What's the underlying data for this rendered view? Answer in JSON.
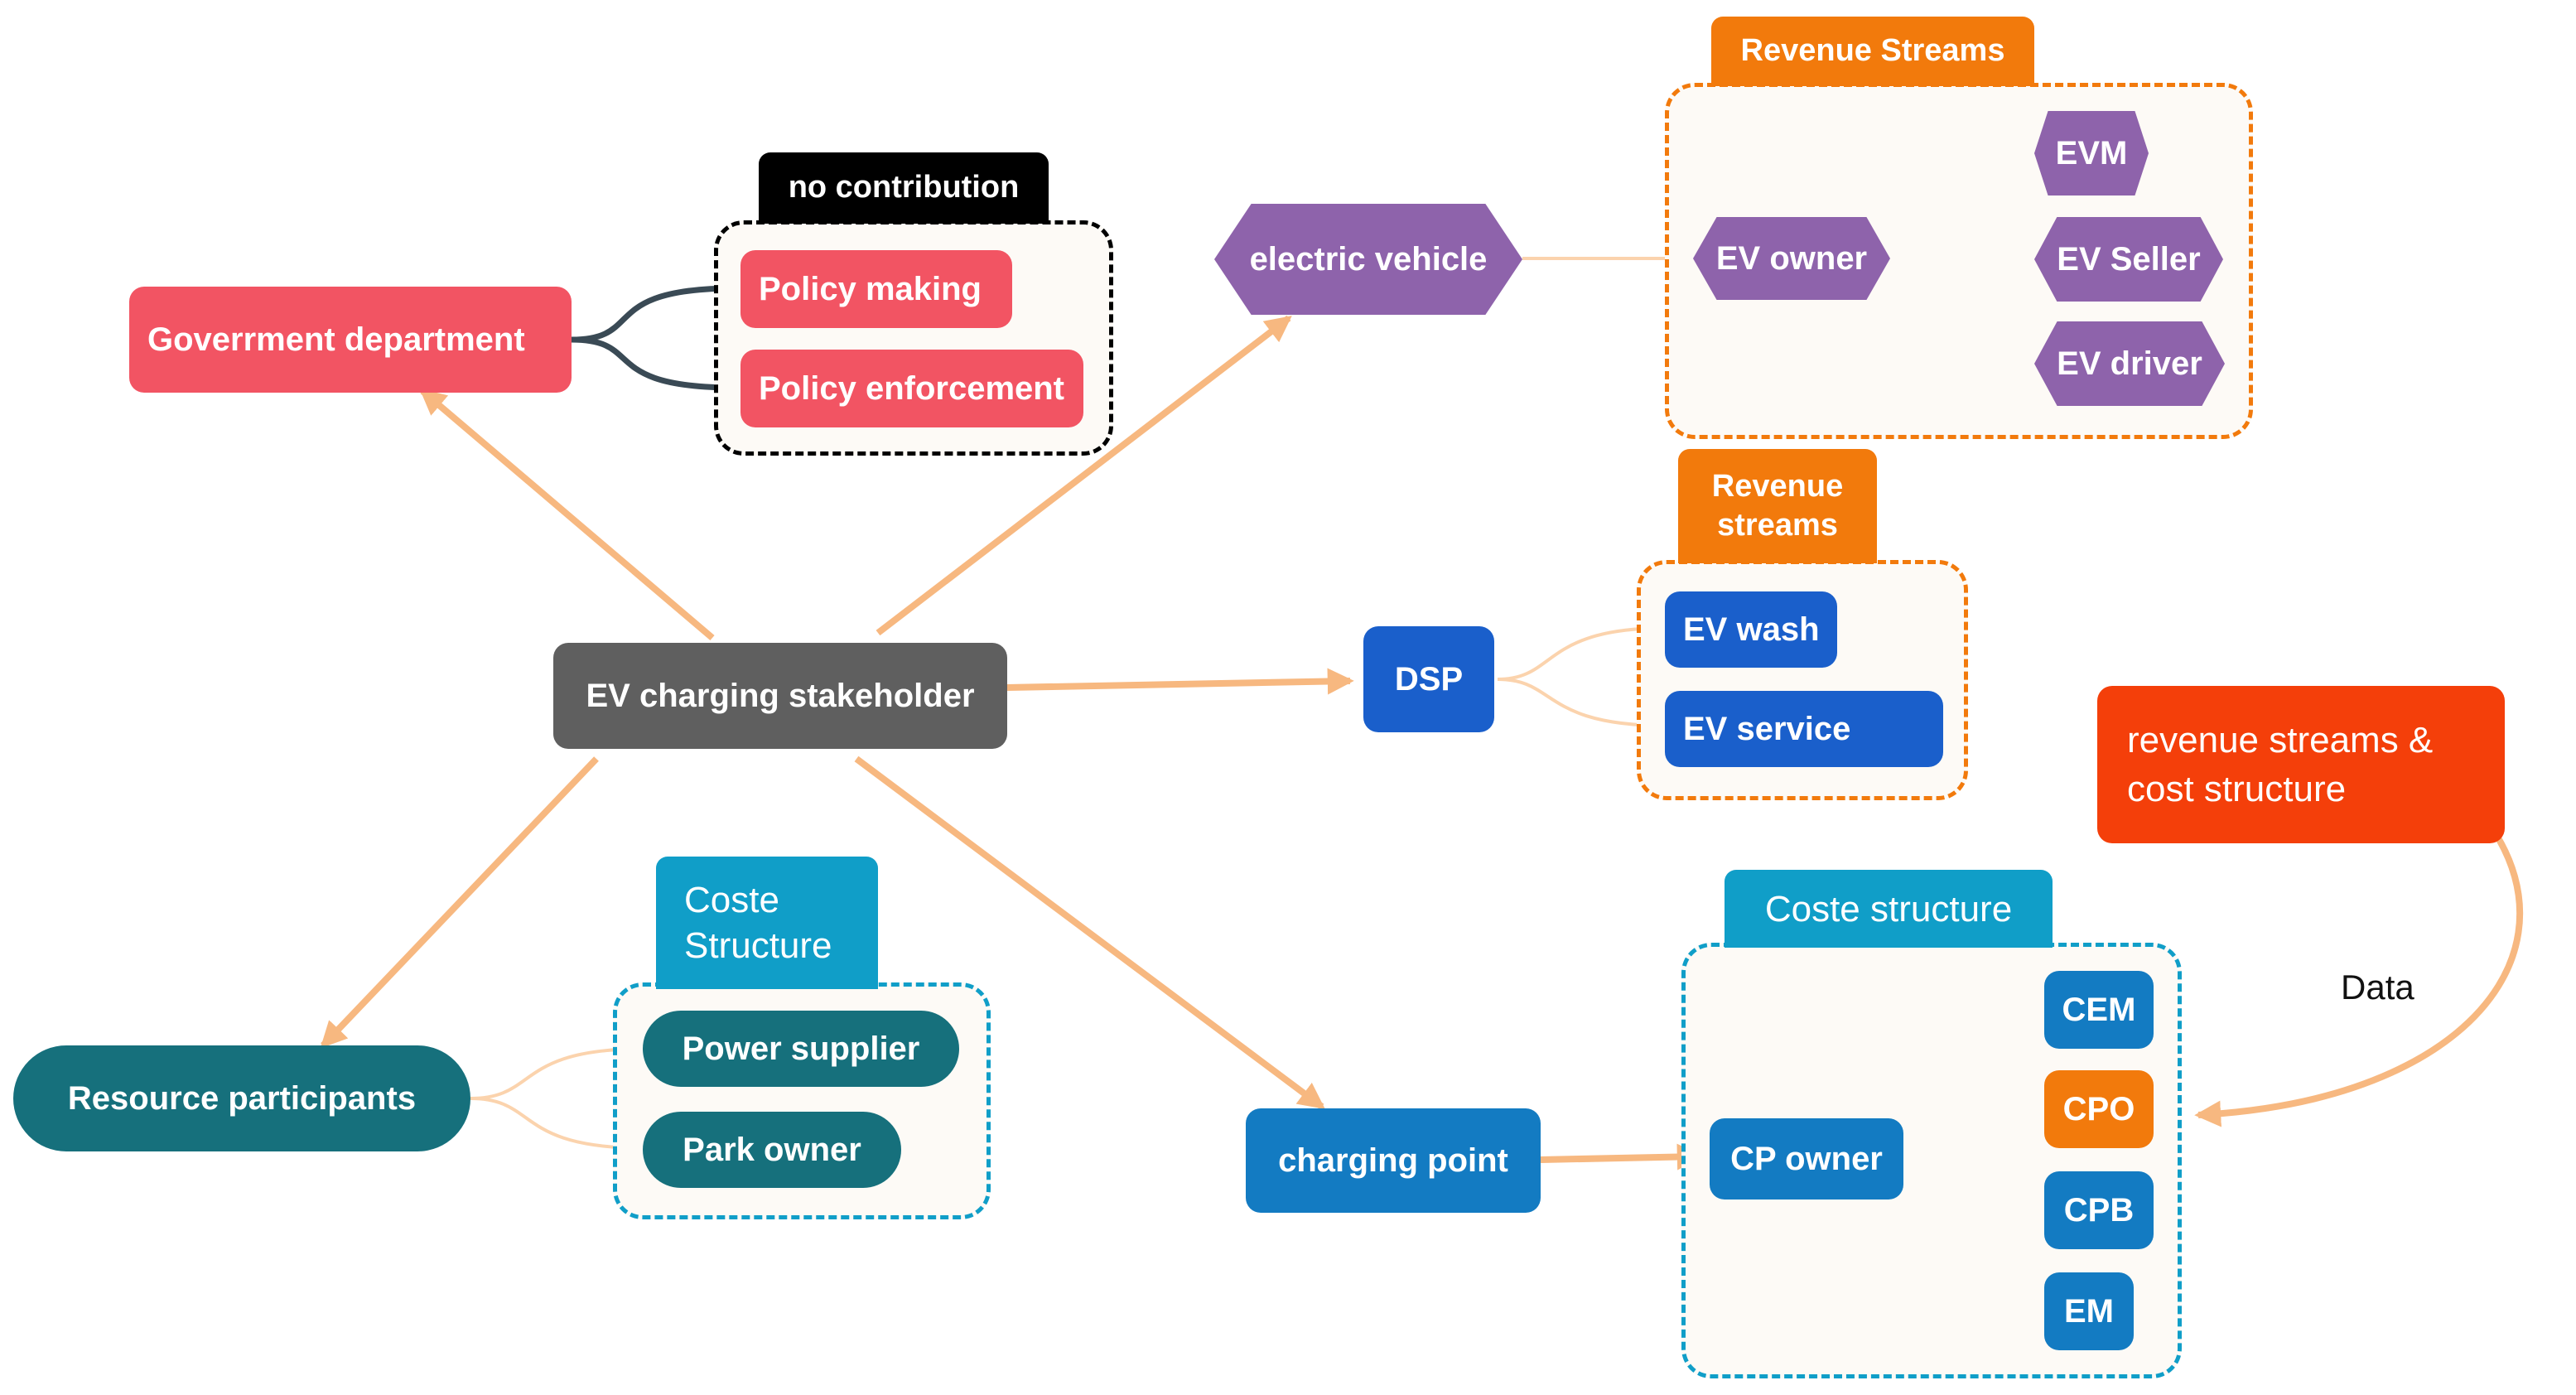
{
  "colors": {
    "arrow": "#f7b880",
    "connector_light": "#fbd3ad",
    "connector_dark": "#3a4a55",
    "government": "#f25463",
    "vehicle": "#8e63ab",
    "dsp": "#1a5fcb",
    "charging": "#137bc2",
    "resource": "#16707c",
    "hub": "#5f5f5f",
    "orange_tag": "#f27a0c",
    "cyan_tag": "#109ec8",
    "highlight": "#f43f0a",
    "black_tag": "#000000"
  },
  "diagram": {
    "hub": "EV charging stakeholder",
    "government": {
      "title": "Goverrment department",
      "group_tag": "no contribution",
      "items": [
        "Policy making",
        "Policy enforcement"
      ]
    },
    "vehicle": {
      "title": "electric vehicle",
      "group_tag": "Revenue Streams",
      "owner": "EV owner",
      "items": [
        "EVM",
        "EV Seller",
        "EV driver"
      ]
    },
    "dsp": {
      "title": "DSP",
      "group_tag": [
        "Revenue",
        "streams"
      ],
      "items": [
        "EV wash",
        "EV service"
      ]
    },
    "resource": {
      "title": "Resource participants",
      "group_tag": [
        "Coste",
        "Structure"
      ],
      "items": [
        "Power supplier",
        "Park owner"
      ]
    },
    "charging": {
      "title": "charging point",
      "group_tag": "Coste structure",
      "owner": "CP owner",
      "items": [
        "CEM",
        "CPO",
        "CPB",
        "EM"
      ]
    },
    "legend_box": [
      "revenue streams &",
      "cost structure"
    ],
    "data_label": "Data"
  }
}
